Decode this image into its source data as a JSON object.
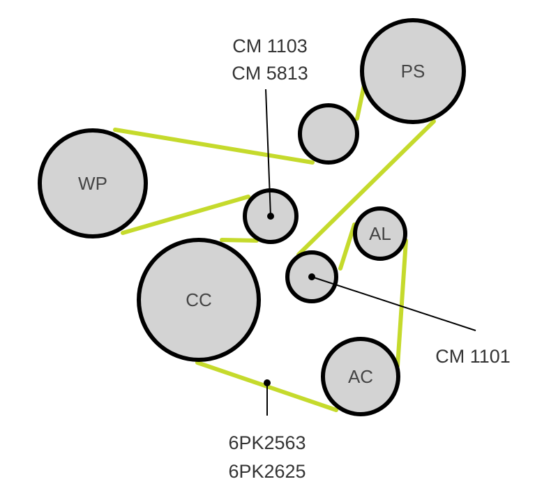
{
  "pulleys": {
    "ps": "PS",
    "wp": "WP",
    "cc": "CC",
    "al": "AL",
    "ac": "AC"
  },
  "callouts": {
    "top_idler": [
      "CM 1103",
      "CM 5813"
    ],
    "lower_idler": "CM 1101",
    "belt": [
      "6PK2563",
      "6PK2625"
    ]
  },
  "colors": {
    "belt": "#c5da2c",
    "pulley_fill": "#d3d3d3",
    "outline": "#000000"
  }
}
